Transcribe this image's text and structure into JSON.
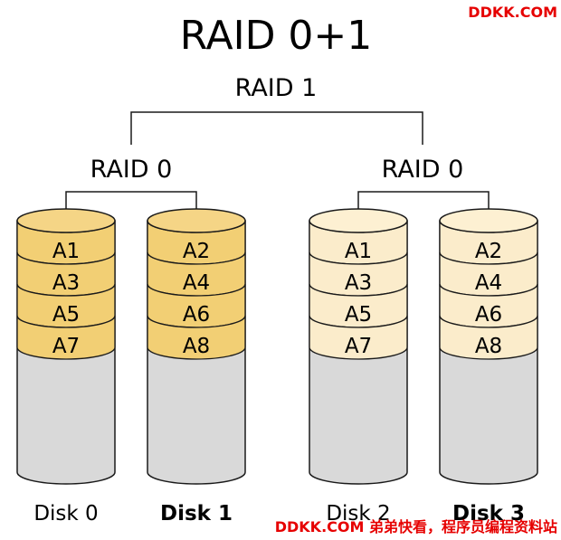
{
  "title": "RAID 0+1",
  "mirror_label": "RAID 1",
  "groups": [
    {
      "label": "RAID 0",
      "color_top": "#f5d586",
      "color_band": "#f2cf74",
      "disks": [
        {
          "name": "Disk 0",
          "bold": false,
          "blocks": [
            "A1",
            "A3",
            "A5",
            "A7"
          ]
        },
        {
          "name": "Disk 1",
          "bold": true,
          "blocks": [
            "A2",
            "A4",
            "A6",
            "A8"
          ]
        }
      ]
    },
    {
      "label": "RAID 0",
      "color_top": "#fdf0d2",
      "color_band": "#fbeccb",
      "disks": [
        {
          "name": "Disk 2",
          "bold": false,
          "blocks": [
            "A1",
            "A3",
            "A5",
            "A7"
          ]
        },
        {
          "name": "Disk 3",
          "bold": true,
          "blocks": [
            "A2",
            "A4",
            "A6",
            "A8"
          ]
        }
      ]
    }
  ],
  "colors": {
    "disk_body": "#d9d9d9",
    "stroke": "#1a1a1a"
  },
  "watermark_top": "DDKK.COM",
  "watermark_bottom": "DDKK.COM 弟弟快看，程序员编程资料站"
}
